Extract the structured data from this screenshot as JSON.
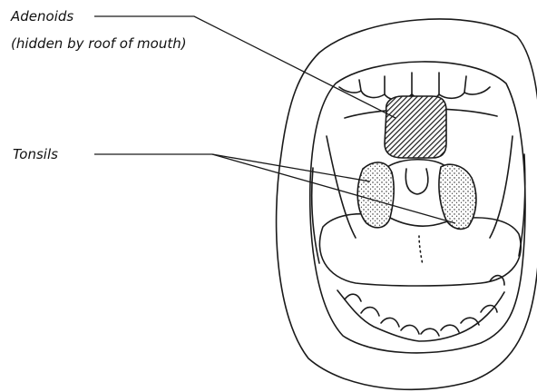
{
  "labels": {
    "adenoids": "Adenoids",
    "adenoids_note": "(hidden by roof of mouth)",
    "tonsils": "Tonsils"
  },
  "colors": {
    "ink": "#1a1a1a",
    "paper": "#ffffff"
  }
}
